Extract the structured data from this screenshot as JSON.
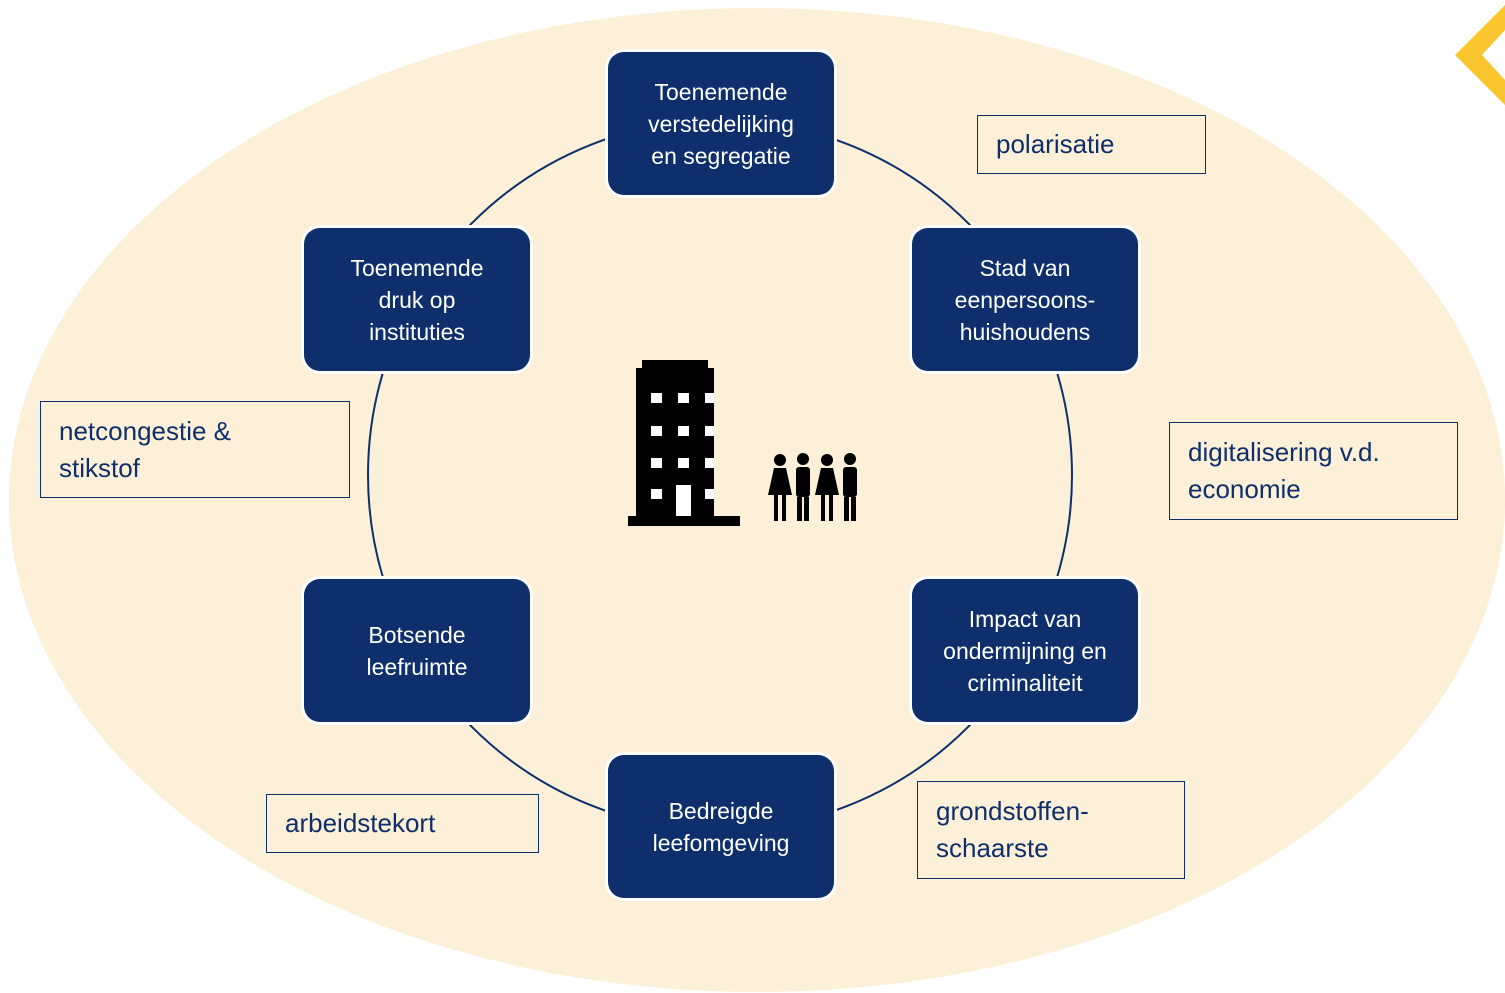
{
  "colors": {
    "ellipse_fill": "#fdf0d8",
    "node_fill": "#0e2f6b",
    "node_text": "#ffffff",
    "tag_border": "#0e2f6b",
    "tag_text": "#0e2f6b",
    "ring_stroke": "#0e2f6b",
    "corner_accent": "#f9c630",
    "icon_fill": "#000000"
  },
  "nodes": [
    {
      "id": "verstedelijking",
      "label": "Toenemende\nverstedelijking\nen segregatie"
    },
    {
      "id": "eenpersoons",
      "label": "Stad van\neenpersoons-\nhuishoudens"
    },
    {
      "id": "ondermijning",
      "label": "Impact van\nondermijning en\ncriminaliteit"
    },
    {
      "id": "leefomgeving",
      "label": "Bedreigde\nleefomgeving"
    },
    {
      "id": "leefruimte",
      "label": "Botsende\nleefruimte"
    },
    {
      "id": "instituties",
      "label": "Toenemende\ndruk op\ninstituties"
    }
  ],
  "tags": [
    {
      "id": "polarisatie",
      "label": "polarisatie"
    },
    {
      "id": "digitalisering",
      "label": "digitalisering v.d.\neconomie"
    },
    {
      "id": "grondstoffen",
      "label": "grondstoffen-\nschaarste"
    },
    {
      "id": "arbeidstekort",
      "label": "arbeidstekort"
    },
    {
      "id": "netcongestie",
      "label": "netcongestie &\nstikstof"
    }
  ],
  "center_icons": [
    "office-building-icon",
    "people-group-icon"
  ]
}
